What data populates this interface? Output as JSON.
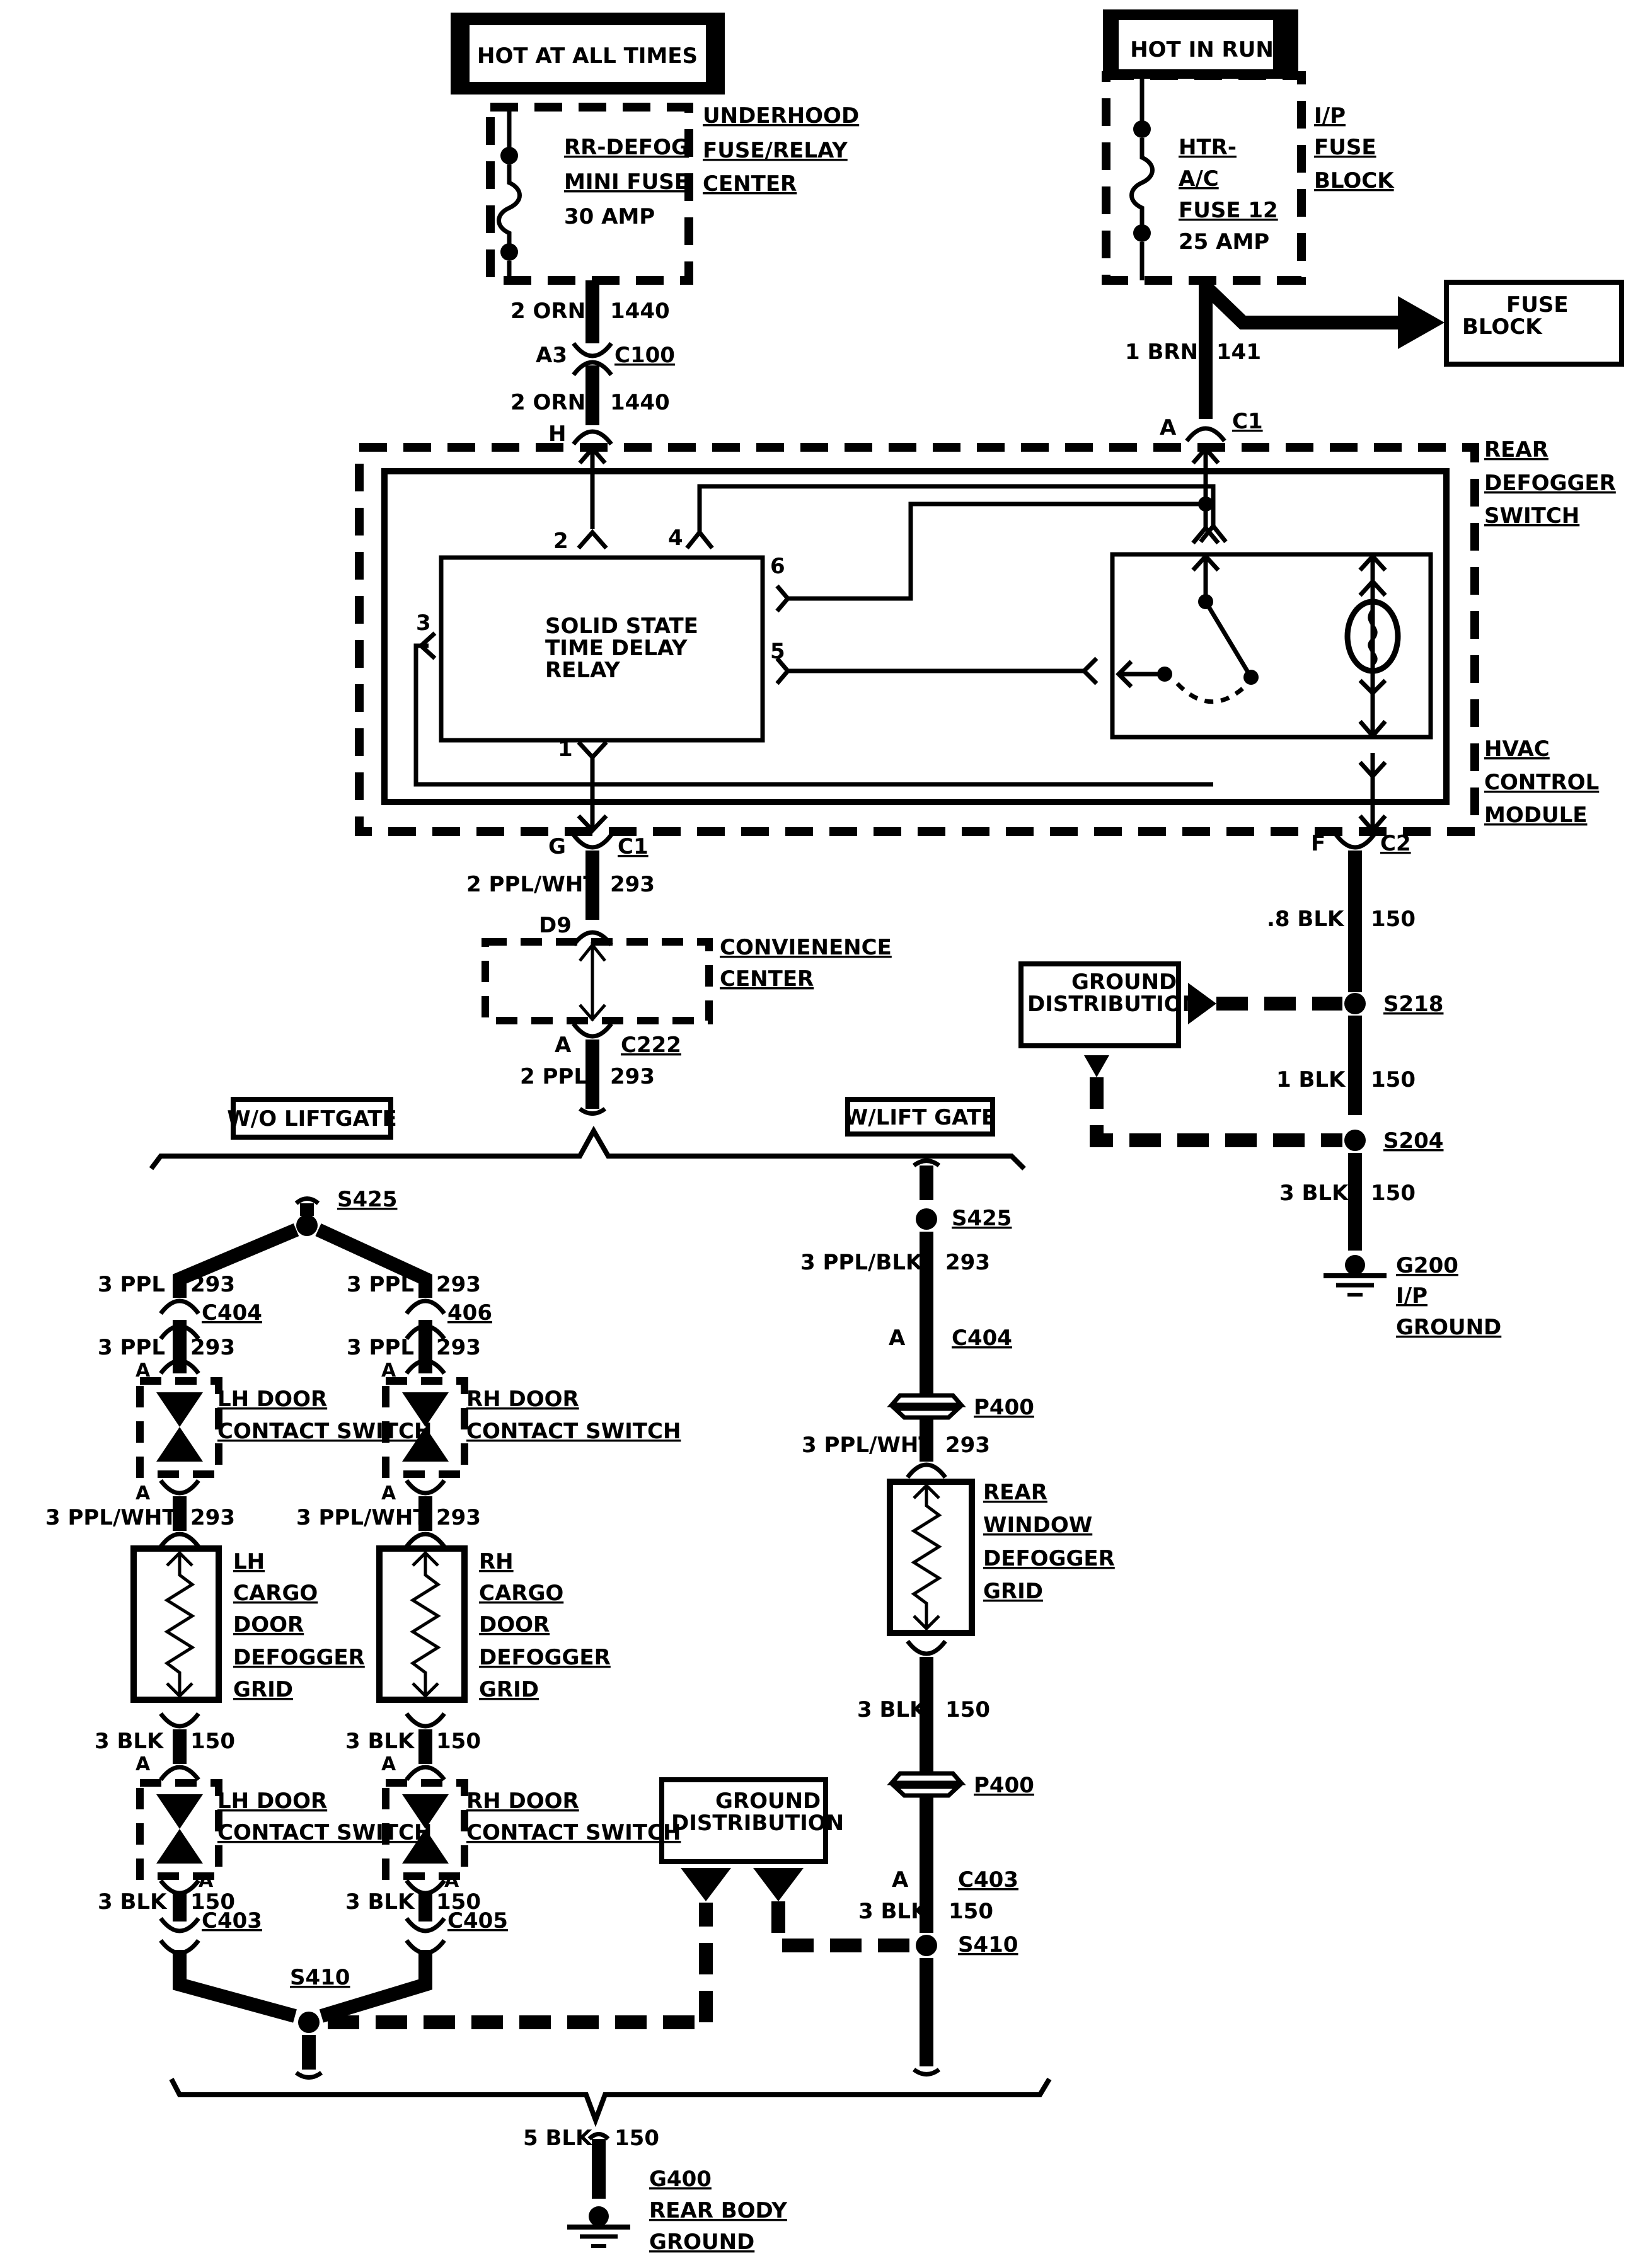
{
  "power_sources": {
    "hot_at_all_times": "HOT AT ALL TIMES",
    "hot_in_run": "HOT IN RUN"
  },
  "underhood_fuse": {
    "name_line1": "RR-DEFOG",
    "name_line2": "MINI FUSE",
    "rating": "30 AMP",
    "location_line1": "UNDERHOOD",
    "location_line2": "FUSE/RELAY",
    "location_line3": "CENTER"
  },
  "ip_fuse": {
    "name_line1": "HTR-",
    "name_line2": "A/C",
    "name_line3": "FUSE 12",
    "rating": "25 AMP",
    "location_line1": "I/P",
    "location_line2": "FUSE",
    "location_line3": "BLOCK"
  },
  "fuse_block_ref": {
    "line1": "FUSE",
    "line2": "BLOCK"
  },
  "wires": {
    "w1440_a": {
      "size_color": "2 ORN",
      "circuit": "1440"
    },
    "w1440_b": {
      "size_color": "2 ORN",
      "circuit": "1440"
    },
    "w141": {
      "size_color": "1 BRN",
      "circuit": "141"
    },
    "w293_ppl_wht": {
      "size_color": "2 PPL/WHT",
      "circuit": "293"
    },
    "w293_ppl": {
      "size_color": "2 PPL",
      "circuit": "293"
    },
    "w150_08": {
      "size_color": ".8 BLK",
      "circuit": "150"
    },
    "w150_1": {
      "size_color": "1 BLK",
      "circuit": "150"
    },
    "w150_3": {
      "size_color": "3 BLK",
      "circuit": "150"
    },
    "w150_5": {
      "size_color": "5 BLK",
      "circuit": "150"
    }
  },
  "connectors": {
    "c100": {
      "pin": "A3",
      "name": "C100"
    },
    "c100_h": {
      "pin": "H"
    },
    "c1_a": {
      "pin": "A",
      "name": "C1"
    },
    "c1_g": {
      "pin": "G",
      "name": "C1"
    },
    "c2_f": {
      "pin": "F",
      "name": "C2"
    },
    "d9": {
      "pin": "D9"
    },
    "c222": {
      "pin": "A",
      "name": "C222"
    }
  },
  "module": {
    "label_line1": "REAR",
    "label_line2": "DEFOGGER",
    "label_line3": "SWITCH",
    "label_line4": "HVAC",
    "label_line5": "CONTROL",
    "label_line6": "MODULE",
    "relay_line1": "SOLID STATE",
    "relay_line2": "TIME DELAY",
    "relay_line3": "RELAY",
    "pins": [
      "1",
      "2",
      "3",
      "4",
      "5",
      "6"
    ]
  },
  "convenience_center": {
    "line1": "CONVIENENCE",
    "line2": "CENTER"
  },
  "ground_distribution": {
    "line1": "GROUND",
    "line2": "DISTRIBUTION"
  },
  "splices": {
    "s218": "S218",
    "s204": "S204",
    "s425": "S425",
    "s410": "S410"
  },
  "grounds": {
    "g200": {
      "line1": "G200",
      "line2": "I/P",
      "line3": "GROUND"
    },
    "g400": {
      "line1": "G400",
      "line2": "REAR BODY",
      "line3": "GROUND"
    }
  },
  "options": {
    "without_liftgate": "W/O LIFTGATE",
    "with_liftgate": "W/LIFT GATE"
  },
  "left_branch": {
    "lh": {
      "top_wire": {
        "size_color": "3 PPL",
        "circuit": "293"
      },
      "connector": "C404",
      "mid_wire": {
        "size_color": "3 PPL",
        "circuit": "293"
      },
      "pin_a": "A",
      "switch_line1": "LH DOOR",
      "switch_line2": "CONTACT SWITCH",
      "grid_wire": {
        "size_color": "3 PPL/WHT",
        "circuit": "293"
      },
      "grid": [
        "LH",
        "CARGO",
        "DOOR",
        "DEFOGGER",
        "GRID"
      ],
      "blk_wire": {
        "size_color": "3 BLK",
        "circuit": "150"
      },
      "bottom_wire": {
        "size_color": "3 BLK",
        "circuit": "150"
      },
      "bottom_connector": "C403"
    },
    "rh": {
      "top_wire": {
        "size_color": "3 PPL",
        "circuit": "293"
      },
      "connector": "406",
      "mid_wire": {
        "size_color": "3 PPL",
        "circuit": "293"
      },
      "pin_a": "A",
      "switch_line1": "RH DOOR",
      "switch_line2": "CONTACT SWITCH",
      "grid_wire": {
        "size_color": "3 PPL/WHT",
        "circuit": "293"
      },
      "grid": [
        "RH",
        "CARGO",
        "DOOR",
        "DEFOGGER",
        "GRID"
      ],
      "blk_wire": {
        "size_color": "3 BLK",
        "circuit": "150"
      },
      "bottom_wire": {
        "size_color": "3 BLK",
        "circuit": "150"
      },
      "bottom_connector": "C405"
    }
  },
  "right_branch": {
    "top_wire": {
      "size_color": "3 PPL/BLK",
      "circuit": "293"
    },
    "c404": {
      "pin": "A",
      "name": "C404"
    },
    "p400": "P400",
    "grid_wire": {
      "size_color": "3 PPL/WHT",
      "circuit": "293"
    },
    "grid": [
      "REAR",
      "WINDOW",
      "DEFOGGER",
      "GRID"
    ],
    "blk_wire": {
      "size_color": "3 BLK",
      "circuit": "150"
    },
    "p400_b": "P400",
    "c403": {
      "pin": "A",
      "name": "C403"
    },
    "bottom_wire": {
      "size_color": "3 BLK",
      "circuit": "150"
    }
  }
}
